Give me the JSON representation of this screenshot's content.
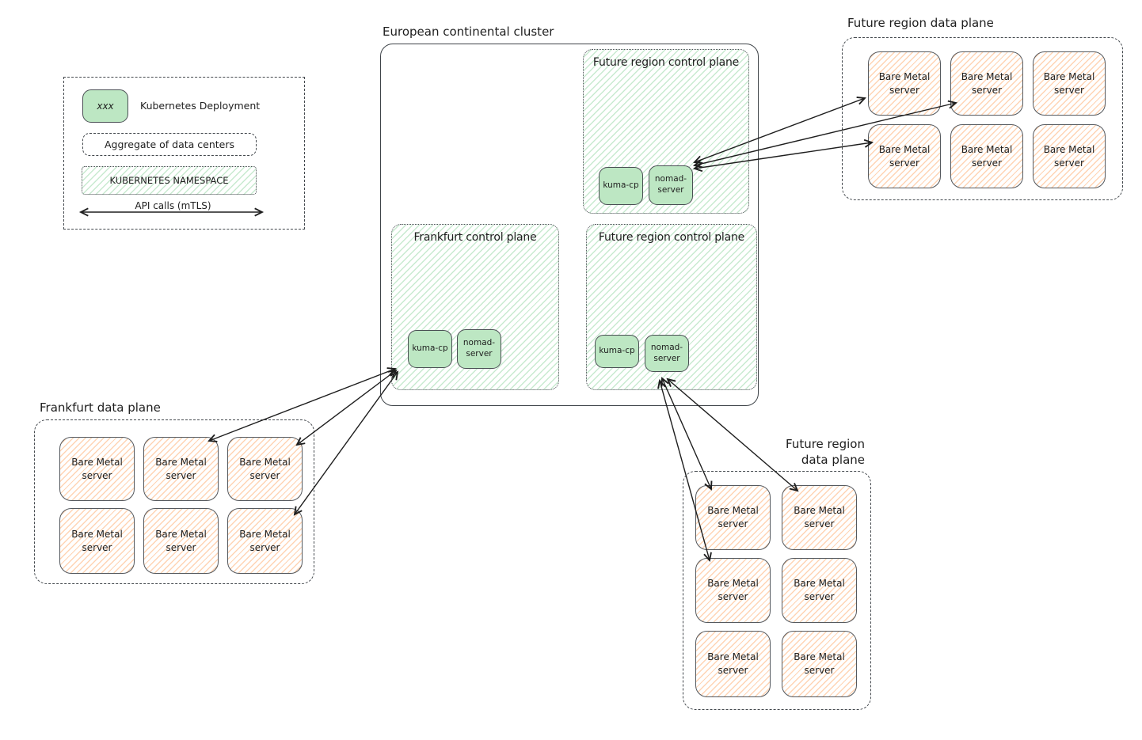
{
  "legend": {
    "deployment_symbol": "xxx",
    "deployment_label": "Kubernetes Deployment",
    "aggregate_label": "Aggregate of data centers",
    "namespace_label": "KUBERNETES NAMESPACE",
    "arrow_label": "API calls (mTLS)"
  },
  "cluster": {
    "title": "European continental cluster",
    "namespaces": [
      {
        "title": "Future region control plane",
        "deployments": [
          "kuma-cp",
          "nomad-server"
        ]
      },
      {
        "title": "Frankfurt control plane",
        "deployments": [
          "kuma-cp",
          "nomad-server"
        ]
      },
      {
        "title": "Future region control plane",
        "deployments": [
          "kuma-cp",
          "nomad-server"
        ]
      }
    ]
  },
  "data_planes": [
    {
      "title": "Future region data plane",
      "servers": [
        "Bare Metal server",
        "Bare Metal server",
        "Bare Metal server",
        "Bare Metal server",
        "Bare Metal server",
        "Bare Metal server"
      ]
    },
    {
      "title": "Frankfurt data plane",
      "servers": [
        "Bare Metal server",
        "Bare Metal server",
        "Bare Metal server",
        "Bare Metal server",
        "Bare Metal server",
        "Bare Metal server"
      ]
    },
    {
      "title": "Future region data plane",
      "servers": [
        "Bare Metal server",
        "Bare Metal server",
        "Bare Metal server",
        "Bare Metal server",
        "Bare Metal server",
        "Bare Metal server"
      ]
    }
  ],
  "colors": {
    "deployment_fill": "#bde7c3",
    "namespace_hatch_green": "#6ec882",
    "server_hatch_orange": "#ffa05a",
    "stroke_dark": "#1e1e1e",
    "stroke_gray": "#4a4f54"
  }
}
